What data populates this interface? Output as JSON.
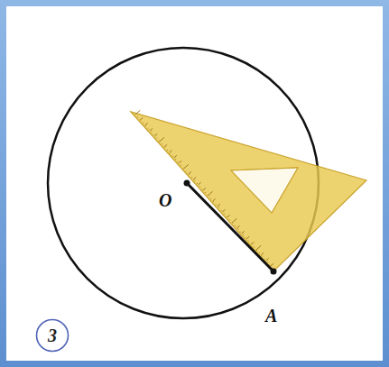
{
  "diagram": {
    "nodes": [
      {
        "text": [
          "3"
        ]
      }
    ],
    "labels": [
      "O",
      "A"
    ]
  }
}
